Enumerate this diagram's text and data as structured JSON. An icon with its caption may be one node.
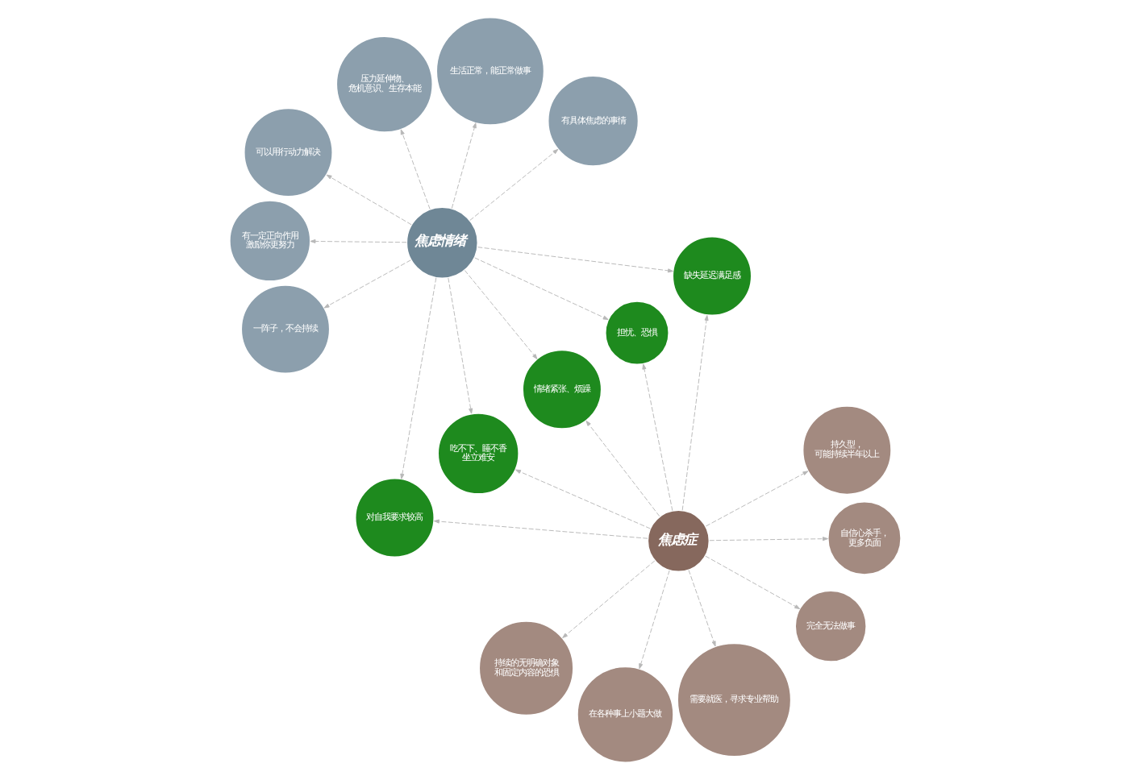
{
  "diagram": {
    "nodes": [
      {
        "text": [
          "焦虑情绪"
        ]
      },
      {
        "text": [
          "压力延伸物、危机意识、生存本能"
        ]
      },
      {
        "text": [
          "有具体焦虑的事情"
        ]
      },
      {
        "text": [
          "生活正常，能正常做事"
        ]
      },
      {
        "text": [
          "一阵子，不会持续"
        ]
      },
      {
        "text": [
          "有一定正向作用激励你更努力"
        ]
      },
      {
        "text": [
          "可以用行动力解决"
        ]
      },
      {
        "text": [
          "担忧、恐惧"
        ]
      },
      {
        "text": [
          "情绪紧张、烦躁"
        ]
      },
      {
        "text": [
          "吃不下、睡不香坐立难安"
        ]
      },
      {
        "text": [
          "缺失延迟满足感"
        ]
      },
      {
        "text": [
          "对自我要求较高"
        ]
      },
      {
        "text": [
          "焦虑症"
        ]
      },
      {
        "text": [
          "持续的无明确对象和固定内容的恐惧"
        ]
      },
      {
        "text": [
          "在各种事上小题大做"
        ]
      },
      {
        "text": [
          "完全无法做事"
        ]
      },
      {
        "text": [
          "持久型，可能持续半年以上"
        ]
      },
      {
        "text": [
          "自信心杀手，更多负面"
        ]
      },
      {
        "text": [
          "需要就医，寻求专业帮助"
        ]
      }
    ],
    "edges": [
      {
        "from": 0,
        "to": 1,
        "arrow": "to",
        "style": "dashed"
      },
      {
        "from": 0,
        "to": 2,
        "arrow": "to",
        "style": "dashed"
      },
      {
        "from": 0,
        "to": 3,
        "arrow": "to",
        "style": "dashed"
      },
      {
        "from": 0,
        "to": 4,
        "arrow": "to",
        "style": "dashed"
      },
      {
        "from": 0,
        "to": 5,
        "arrow": "to",
        "style": "dashed"
      },
      {
        "from": 0,
        "to": 6,
        "arrow": "to",
        "style": "dashed"
      },
      {
        "from": 0,
        "to": 7,
        "arrow": "to",
        "style": "dashed"
      },
      {
        "from": 0,
        "to": 8,
        "arrow": "to",
        "style": "dashed"
      },
      {
        "from": 0,
        "to": 9,
        "arrow": "to",
        "style": "dashed"
      },
      {
        "from": 0,
        "to": 10,
        "arrow": "to",
        "style": "dashed"
      },
      {
        "from": 0,
        "to": 11,
        "arrow": "to",
        "style": "dashed"
      },
      {
        "from": 12,
        "to": 7,
        "arrow": "to",
        "style": "dashed"
      },
      {
        "from": 12,
        "to": 8,
        "arrow": "to",
        "style": "dashed"
      },
      {
        "from": 12,
        "to": 9,
        "arrow": "to",
        "style": "dashed"
      },
      {
        "from": 12,
        "to": 10,
        "arrow": "to",
        "style": "dashed"
      },
      {
        "from": 12,
        "to": 11,
        "arrow": "to",
        "style": "dashed"
      },
      {
        "from": 12,
        "to": 13,
        "arrow": "to",
        "style": "dashed"
      },
      {
        "from": 12,
        "to": 14,
        "arrow": "to",
        "style": "dashed"
      },
      {
        "from": 12,
        "to": 15,
        "arrow": "to",
        "style": "dashed"
      },
      {
        "from": 12,
        "to": 16,
        "arrow": "to",
        "style": "dashed"
      },
      {
        "from": 12,
        "to": 17,
        "arrow": "to",
        "style": "dashed"
      },
      {
        "from": 12,
        "to": 18,
        "arrow": "to",
        "style": "dashed"
      }
    ]
  }
}
